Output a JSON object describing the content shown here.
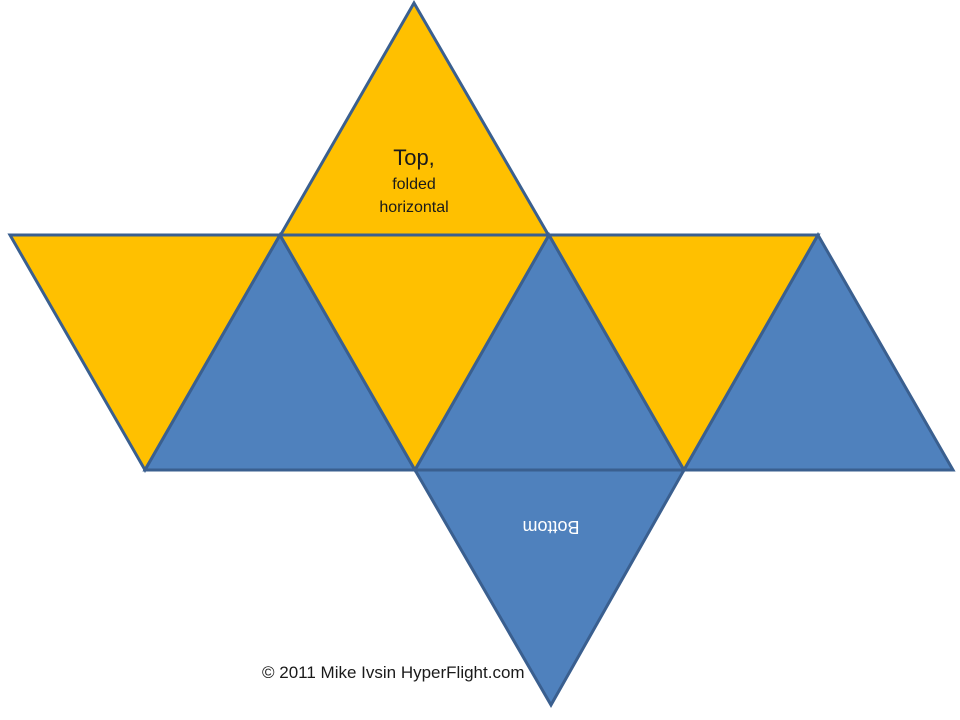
{
  "colors": {
    "yellow": "#FFC000",
    "blue": "#4F81BD",
    "outline": "#3A5F8F",
    "text_dark": "#1a1a1a",
    "text_light": "#ffffff"
  },
  "faces": [
    {
      "name": "face-top",
      "color": "yellow"
    },
    {
      "name": "face-left-yellow",
      "color": "yellow"
    },
    {
      "name": "face-left-blue",
      "color": "blue"
    },
    {
      "name": "face-center-yellow",
      "color": "yellow"
    },
    {
      "name": "face-center-blue",
      "color": "blue"
    },
    {
      "name": "face-right-yellow",
      "color": "yellow"
    },
    {
      "name": "face-right-blue",
      "color": "blue"
    },
    {
      "name": "face-bottom",
      "color": "blue"
    }
  ],
  "labels": {
    "top_title": "Top,",
    "top_line1": "folded",
    "top_line2": "horizontal",
    "bottom": "Bottom"
  },
  "footer": {
    "copyright": "© 2011 Mike Ivsin HyperFlight.com"
  }
}
